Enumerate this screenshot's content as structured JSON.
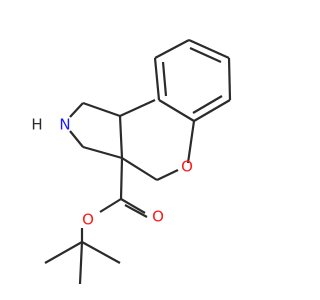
{
  "molecule": {
    "atoms": [
      {
        "id": "nh",
        "symbol": "H",
        "text": "H",
        "color": "#2b2b2b"
      },
      {
        "id": "n",
        "symbol": "N",
        "text": "N",
        "color": "#1a1aff"
      },
      {
        "id": "o_ring",
        "symbol": "O",
        "text": "O",
        "color": "#ff1a1a"
      },
      {
        "id": "o_carbonyl",
        "symbol": "O",
        "text": "O",
        "color": "#ff1a1a"
      },
      {
        "id": "o_ester",
        "symbol": "O",
        "text": "O",
        "color": "#ff1a1a"
      }
    ],
    "bond_color": "#2b2b2b"
  }
}
